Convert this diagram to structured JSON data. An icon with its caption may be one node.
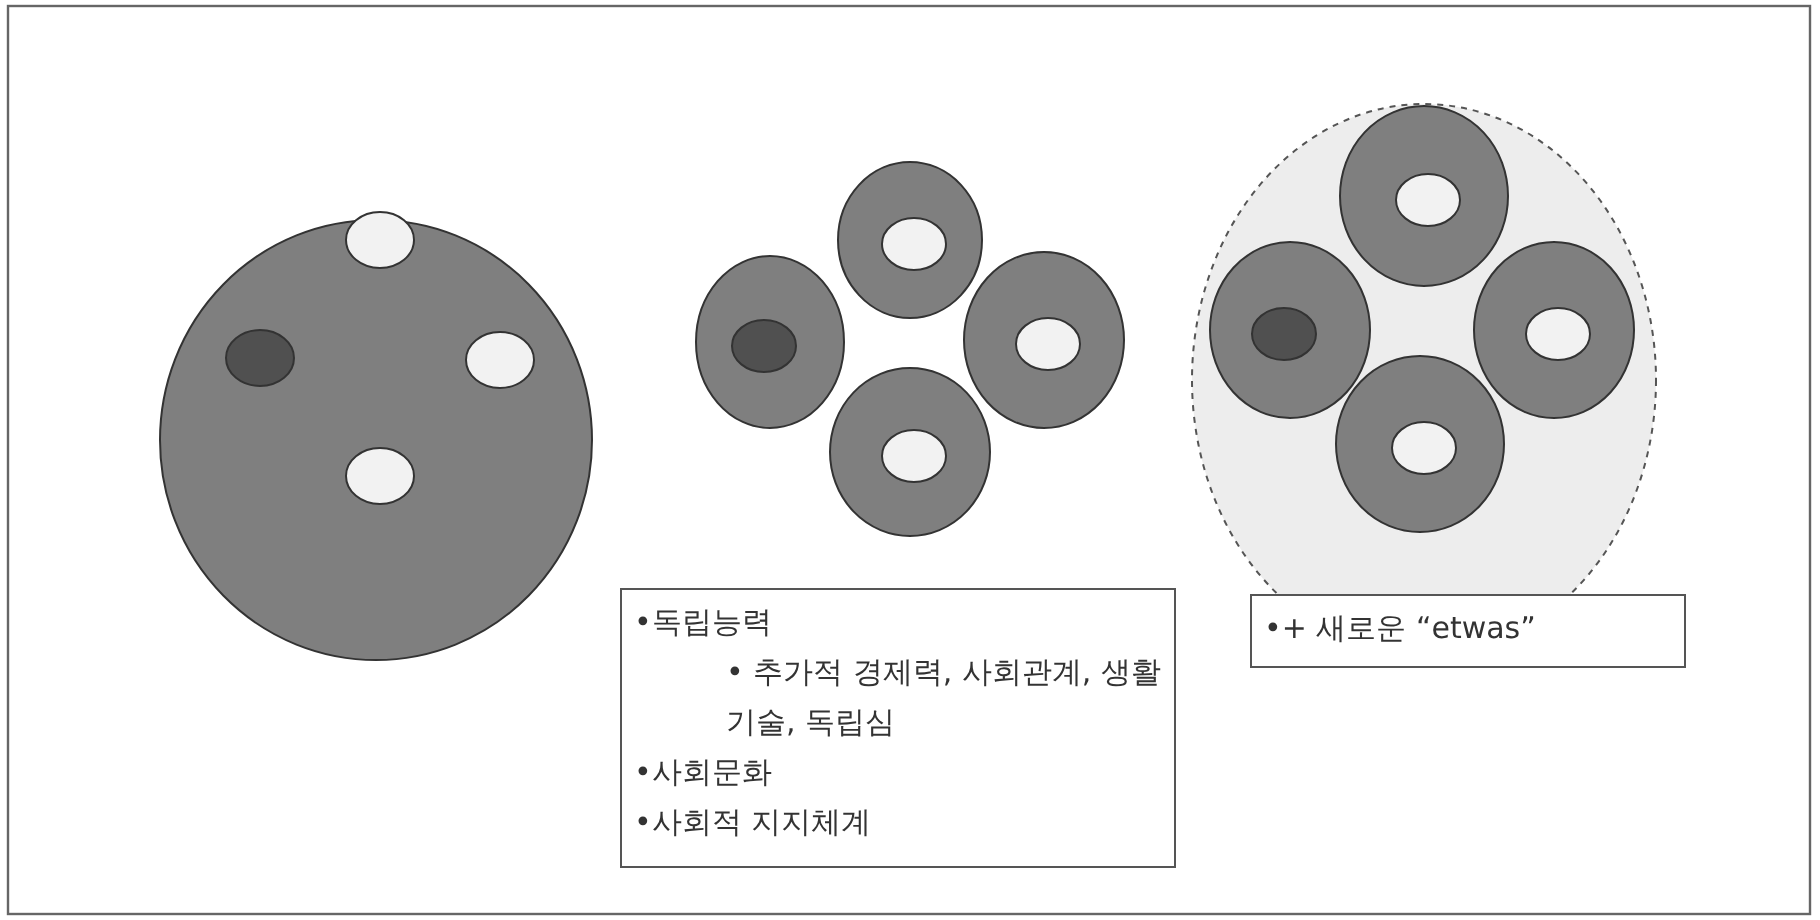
{
  "diagram": {
    "nodes": [
      {
        "text": [
          "•독립능력",
          "• 추가적 경제력, 사회관계, 생활기술, 독립심",
          "•사회문화",
          "•사회적 지지체계"
        ]
      },
      {
        "text": [
          "•+ 새로운 “etwas”"
        ]
      }
    ]
  }
}
